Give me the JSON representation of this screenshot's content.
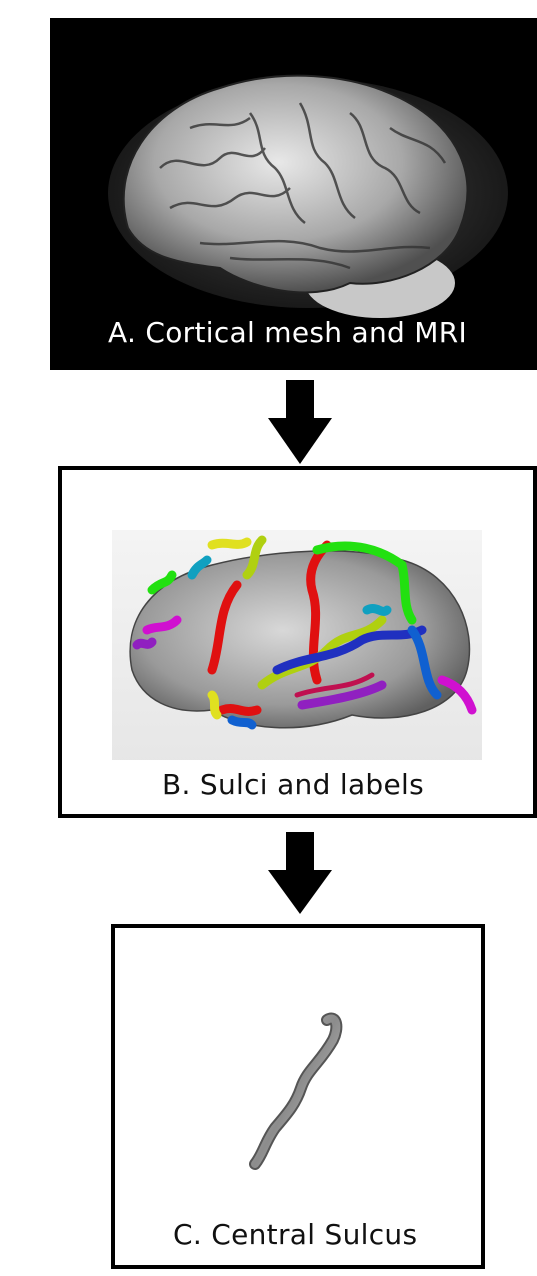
{
  "panels": [
    {
      "id": "A",
      "caption": "A. Cortical mesh and MRI",
      "image": "cortical-mesh-mri-rendering"
    },
    {
      "id": "B",
      "caption": "B. Sulci and labels",
      "image": "labeled-sulci-rendering"
    },
    {
      "id": "C",
      "caption": "C. Central Sulcus",
      "image": "central-sulcus-rendering"
    }
  ],
  "arrows": [
    "down-arrow",
    "down-arrow"
  ],
  "colors": {
    "panel_a_background": "#000000",
    "border": "#000000",
    "sulci_palette": [
      "#e01010",
      "#22e010",
      "#b0d010",
      "#2030c0",
      "#10a0c0",
      "#d010d0",
      "#e0e020",
      "#1060d0",
      "#9020c0"
    ]
  }
}
